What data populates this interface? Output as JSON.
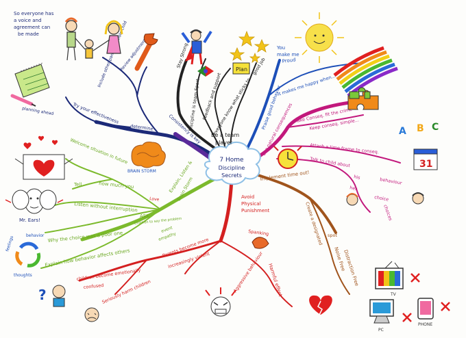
{
  "center": {
    "line1": "7 Home",
    "line2": "Discipline",
    "line3": "Secrets"
  },
  "navy": {
    "note1": "So everyone has",
    "note2": "a voice and",
    "note3": "agreement can",
    "note4": "be made",
    "include": "Include other parent + whole child",
    "review": "Review adjustments",
    "effectiveness": "Try your effectiveness",
    "determine": "determine",
    "planning": "planning ahead",
    "consistency": "Consistency is key"
  },
  "black": {
    "stay": "Stay Strong",
    "teamspirit": "Discipline is team Sport",
    "feedback": "Feedback and support",
    "everyone": "everyone know what sticks to",
    "goodjob": "good job",
    "teamplayer1": "Be a team",
    "teamplayer2": "player",
    "plan": "Plan"
  },
  "blue": {
    "praise": "Praise good behavior",
    "make": "It makes me happy when...",
    "proud": "Proud",
    "youmake1": "You",
    "youmake2": "make me"
  },
  "magenta": {
    "natural": "Use natural consequences",
    "fitcrime": "make Conseq. fit the crime",
    "simple": "Keep conseq. simple...",
    "timeframe": "Attach a time frame to conseq.",
    "talk": "Talk to child about",
    "his": "his",
    "her": "her",
    "behaviour": "behaviour",
    "choice": "choice",
    "choices": "choices",
    "cal": "31",
    "a": "A",
    "b": "B",
    "c": "C"
  },
  "brown": {
    "timeout": "Implement time out!",
    "create": "Create a designated",
    "spot": "spot",
    "noise": "Noise Free",
    "distraction": "Distraction Free",
    "tv": "TV",
    "pc": "PC",
    "phone": "PHONE"
  },
  "red": {
    "avoid1": "Avoid",
    "avoid2": "Physical",
    "avoid3": "Punishment",
    "spanking": "Spanking",
    "harmful": "Harmful effect",
    "aggressive": "Aggressive behaviour",
    "parents": "Parents become more",
    "violent": "increasingly violent",
    "children": "children become emotionally",
    "confused": "confused",
    "seriously": "Seriously harm children"
  },
  "green": {
    "explain": "Explain, Listen &",
    "brainstorm": "Brain Storm",
    "bstorm": "BRAIN STORM",
    "welcome": "Welcome situation in future",
    "tell": "Tell",
    "howmuch": "how much you",
    "love": "Love",
    "listen": "Listen without interruption",
    "ask": "ASK",
    "askb": "Children to say the problem",
    "why": "Why the choice was a poor one",
    "event": "event",
    "empathy": "empathy",
    "explainhow": "Explain how behavior affects others",
    "feelings": "feelings",
    "behavior": "behavior",
    "thoughts": "thoughts",
    "ears": "Mr. Ears!"
  }
}
